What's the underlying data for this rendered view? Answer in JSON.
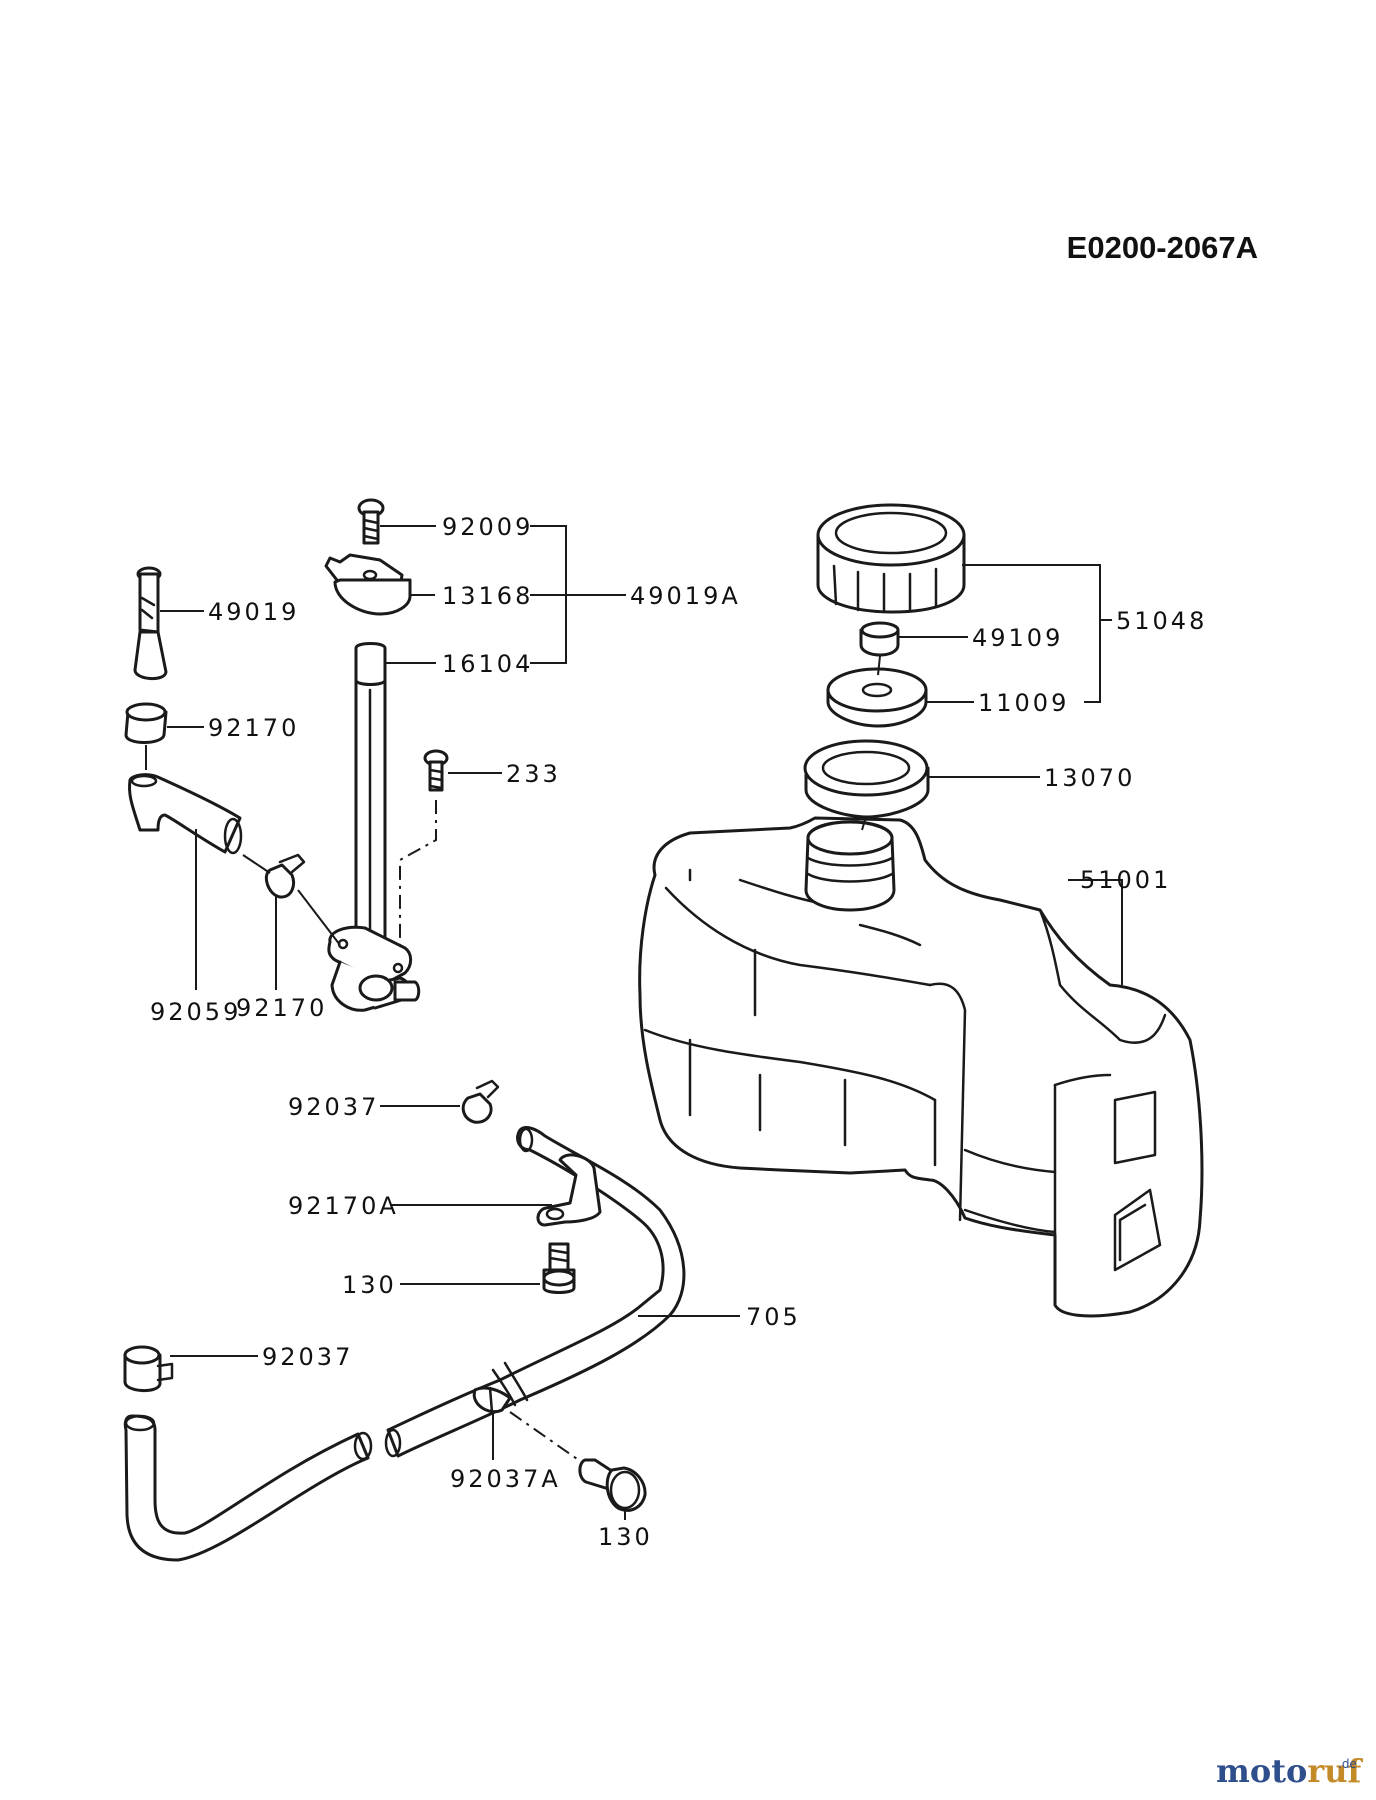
{
  "diagram": {
    "code": "E0200-2067A",
    "labels": {
      "p92009": "92009",
      "p13168": "13168",
      "p49019A": "49019A",
      "p16104": "16104",
      "p49019": "49019",
      "p92170_top": "92170",
      "p233": "233",
      "p92059": "92059",
      "p92170_bottom": "92170",
      "p51048": "51048",
      "p49109": "49109",
      "p11009": "11009",
      "p13070": "13070",
      "p51001": "51001",
      "p92037_top": "92037",
      "p92170A": "92170A",
      "p130_left": "130",
      "p705": "705",
      "p92037_bottom": "92037",
      "p92037A": "92037A",
      "p130_bottom": "130"
    }
  },
  "watermark": {
    "brand_main": "motoruf",
    "brand_suffix": ".de",
    "colors": {
      "moto": "#2f4e8c",
      "ruf": "#c38a28"
    }
  }
}
